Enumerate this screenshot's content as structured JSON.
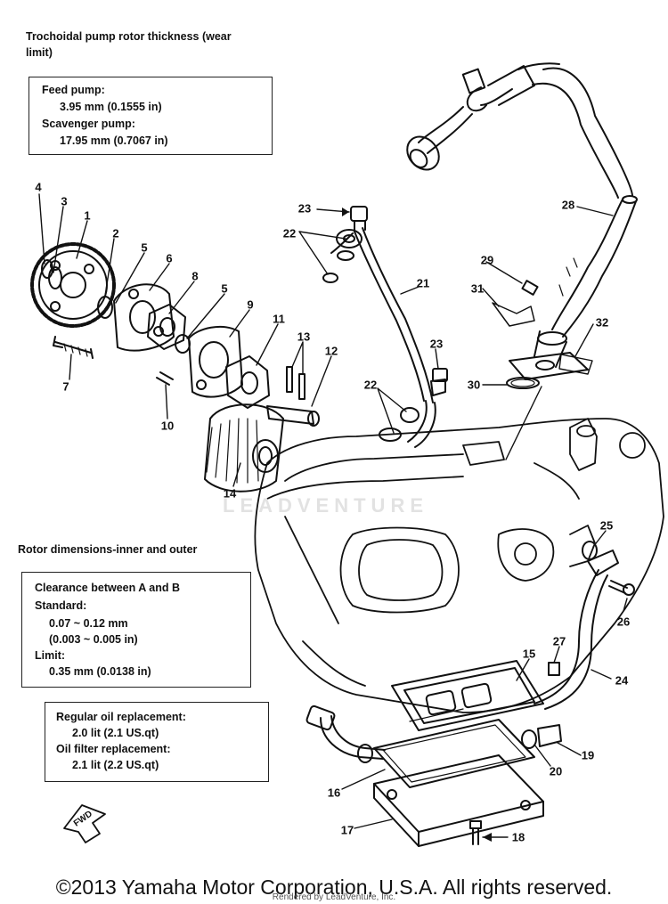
{
  "rotor_thickness": {
    "heading_line1": "Trochoidal pump rotor thickness (wear",
    "heading_line2": "limit)",
    "feed_label": "Feed pump:",
    "feed_value": "3.95 mm (0.1555 in)",
    "scav_label": "Scavenger pump:",
    "scav_value": "17.95 mm (0.7067 in)"
  },
  "rotor_dimensions": {
    "heading": "Rotor dimensions-inner and outer",
    "clearance_label": "Clearance between A and B",
    "standard_label": "Standard:",
    "standard_mm": "0.07 ~ 0.12 mm",
    "standard_in": "(0.003 ~ 0.005 in)",
    "limit_label": "Limit:",
    "limit_value": "0.35 mm (0.0138 in)"
  },
  "oil_capacity": {
    "regular_label": "Regular oil replacement:",
    "regular_value": "2.0 lit (2.1 US.qt)",
    "filter_label": "Oil filter replacement:",
    "filter_value": "2.1 lit (2.2 US.qt)"
  },
  "fwd_label": "FWD",
  "watermark": "LEADVENTURE",
  "copyright": "©2013 Yamaha Motor Corporation, U.S.A. All rights reserved.",
  "rendered_by": "Rendered by LeadVenture, Inc.",
  "callouts": [
    "1",
    "2",
    "3",
    "4",
    "5",
    "5",
    "6",
    "7",
    "8",
    "9",
    "10",
    "11",
    "12",
    "13",
    "14",
    "15",
    "16",
    "17",
    "18",
    "19",
    "20",
    "21",
    "22",
    "22",
    "23",
    "23",
    "24",
    "25",
    "26",
    "27",
    "28",
    "29",
    "30",
    "31",
    "32"
  ]
}
